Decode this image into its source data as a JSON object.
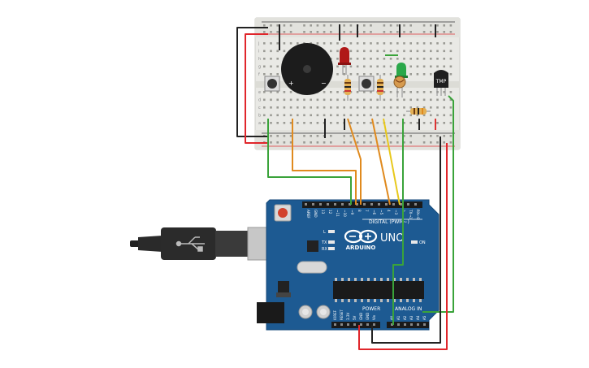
{
  "board": {
    "logo_text": "ARDUINO",
    "model_text": "UNO",
    "digital_label": "DIGITAL (PWM~)",
    "power_label": "POWER",
    "analog_label": "ANALOG IN",
    "on_label": "ON",
    "l_label": "L",
    "tx_label": "TX",
    "rx_label": "RX",
    "digital_pins": [
      "AREF",
      "GND",
      "13",
      "12",
      "~11",
      "~10",
      "~9",
      "8",
      "7",
      "~6",
      "~5",
      "4",
      "~3",
      "2",
      "TX→1",
      "RX←0"
    ],
    "power_pins": [
      "IOREF",
      "RESET",
      "3.3V",
      "5V",
      "GND",
      "GND",
      "Vin"
    ],
    "analog_pins": [
      "A0",
      "A1",
      "A2",
      "A3",
      "A4",
      "A5"
    ]
  },
  "breadboard": {
    "row_letters_top": [
      "j",
      "i",
      "h",
      "g",
      "f"
    ],
    "row_letters_bottom": [
      "e",
      "d",
      "c",
      "b",
      "a"
    ]
  },
  "components": {
    "buzzer_plus": "+",
    "buzzer_minus": "−",
    "tmp_label": "TMP"
  },
  "colors": {
    "board_blue": "#1d5a92",
    "wire_red": "#e0262b",
    "wire_black": "#222222",
    "wire_green": "#3aa33a",
    "wire_orange": "#e08a1e",
    "wire_yellow": "#e8c81a",
    "breadboard": "#e9e9e5"
  }
}
